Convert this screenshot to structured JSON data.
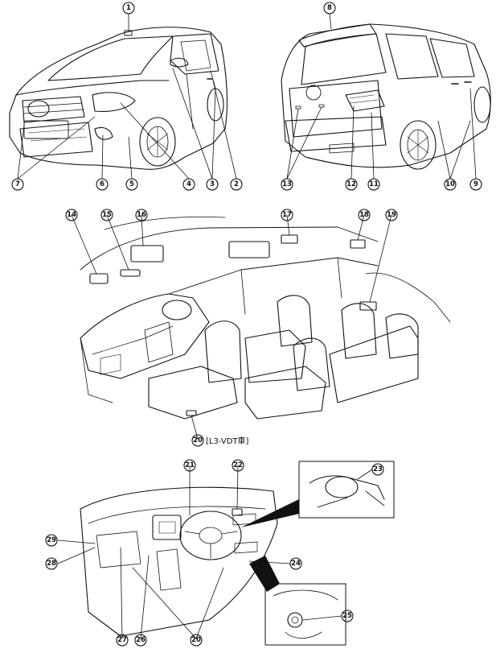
{
  "callouts": [
    {
      "id": "c1",
      "label": "1"
    },
    {
      "id": "c2",
      "label": "2"
    },
    {
      "id": "c3",
      "label": "3"
    },
    {
      "id": "c4",
      "label": "4"
    },
    {
      "id": "c5",
      "label": "5"
    },
    {
      "id": "c6",
      "label": "6"
    },
    {
      "id": "c7",
      "label": "7"
    },
    {
      "id": "c8",
      "label": "8"
    },
    {
      "id": "c9",
      "label": "9"
    },
    {
      "id": "c10",
      "label": "10"
    },
    {
      "id": "c11",
      "label": "11"
    },
    {
      "id": "c12",
      "label": "12"
    },
    {
      "id": "c13",
      "label": "13"
    },
    {
      "id": "c14",
      "label": "14"
    },
    {
      "id": "c15",
      "label": "15"
    },
    {
      "id": "c16",
      "label": "16"
    },
    {
      "id": "c17",
      "label": "17"
    },
    {
      "id": "c18",
      "label": "18"
    },
    {
      "id": "c19",
      "label": "19"
    },
    {
      "id": "c20",
      "label": "20"
    },
    {
      "id": "c20b",
      "label": "20"
    },
    {
      "id": "c21",
      "label": "21"
    },
    {
      "id": "c22",
      "label": "22"
    },
    {
      "id": "c23",
      "label": "23"
    },
    {
      "id": "c24",
      "label": "24"
    },
    {
      "id": "c25",
      "label": "25"
    },
    {
      "id": "c26",
      "label": "26"
    },
    {
      "id": "c27",
      "label": "27"
    },
    {
      "id": "c28",
      "label": "28"
    },
    {
      "id": "c29",
      "label": "29"
    }
  ],
  "notes": {
    "l3vdt": "[L3-VDT車]"
  }
}
